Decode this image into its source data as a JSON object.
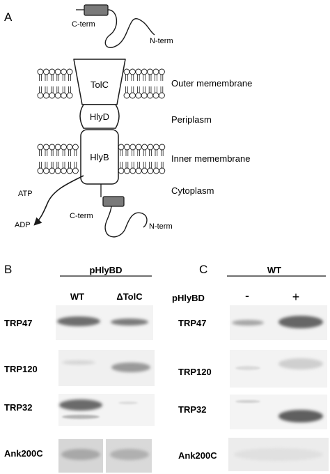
{
  "panels": {
    "a": {
      "letter": "A",
      "cterm_top": "C-term",
      "nterm_top": "N-term",
      "tolc": "TolC",
      "hlyd": "HlyD",
      "hlyb": "HlyB",
      "outer_membrane": "Outer memembrane",
      "periplasm": "Periplasm",
      "inner_membrane": "Inner memembrane",
      "cytoplasm": "Cytoplasm",
      "atp": "ATP",
      "adp": "ADP",
      "cterm_bottom": "C-term",
      "nterm_bottom": "N-term"
    },
    "b": {
      "letter": "B",
      "group_label": "pHlyBD",
      "lane_wt": "WT",
      "lane_deltatolc": "ΔTolC",
      "rows": [
        "TRP47",
        "TRP120",
        "TRP32",
        "Ank200C"
      ]
    },
    "c": {
      "letter": "C",
      "group_label": "WT",
      "condition_label": "pHlyBD",
      "lane_minus": "-",
      "lane_plus": "+",
      "rows": [
        "TRP47",
        "TRP120",
        "TRP32",
        "Ank200C"
      ]
    }
  },
  "colors": {
    "membrane_head": "#ffffff",
    "protein_box": "#7a7a7a",
    "band_dark": "#6e6e6e"
  }
}
